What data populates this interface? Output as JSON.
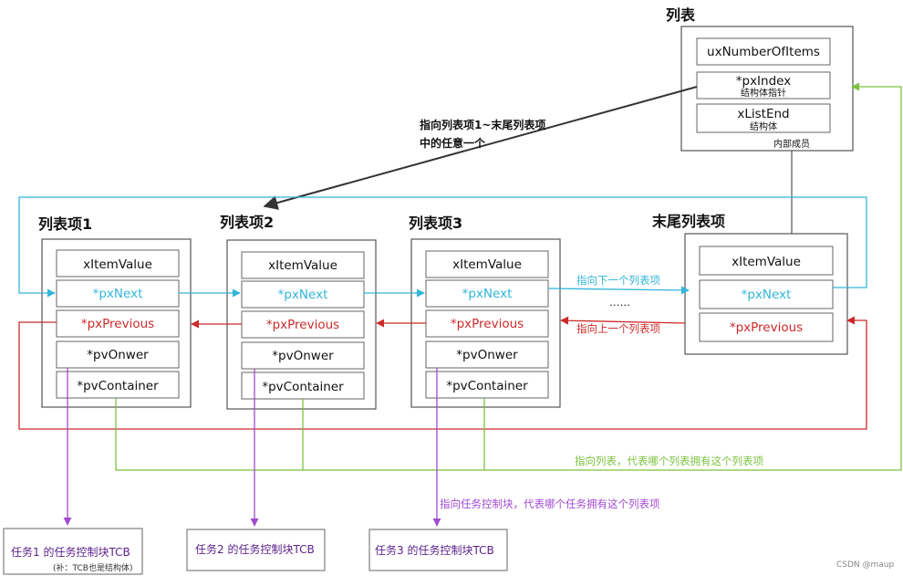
{
  "colors": {
    "cyan": "#33b5d9",
    "red": "#cc2a2a",
    "green": "#7cc240",
    "purple": "#a24ad0",
    "dark": "#333333",
    "gray_text": "#888888"
  },
  "list": {
    "title": "列表",
    "field_count": "uxNumberOfItems",
    "field_index": "*pxIndex",
    "field_index_note": "结构体指针",
    "field_end": "xListEnd",
    "field_end_note": "结构体",
    "members_note": "内部成员"
  },
  "items": [
    {
      "title": "列表项1",
      "value": "xItemValue",
      "next": "*pxNext",
      "prev": "*pxPrevious",
      "owner": "*pvOnwer",
      "container": "*pvContainer"
    },
    {
      "title": "列表项2",
      "value": "xItemValue",
      "next": "*pxNext",
      "prev": "*pxPrevious",
      "owner": "*pvOnwer",
      "container": "*pvContainer"
    },
    {
      "title": "列表项3",
      "value": "xItemValue",
      "next": "*pxNext",
      "prev": "*pxPrevious",
      "owner": "*pvOnwer",
      "container": "*pvContainer"
    }
  ],
  "end_item": {
    "title": "末尾列表项",
    "value": "xItemValue",
    "next": "*pxNext",
    "prev": "*pxPrevious"
  },
  "annotations": {
    "index_line1": "指向列表项1~末尾列表项",
    "index_line2": "中的任意一个",
    "next_label": "指向下一个列表项",
    "ellipsis": "……",
    "prev_label": "指向上一个列表项",
    "container_label": "指向列表，代表哪个列表拥有这个列表项",
    "owner_label": "指向任务控制块，代表哪个任务拥有这个列表项"
  },
  "tcbs": [
    {
      "label": "任务1 的任务控制块TCB",
      "note": "(补：TCB也是结构体)"
    },
    {
      "label": "任务2 的任务控制块TCB"
    },
    {
      "label": "任务3 的任务控制块TCB"
    }
  ],
  "watermark": "CSDN @maup"
}
